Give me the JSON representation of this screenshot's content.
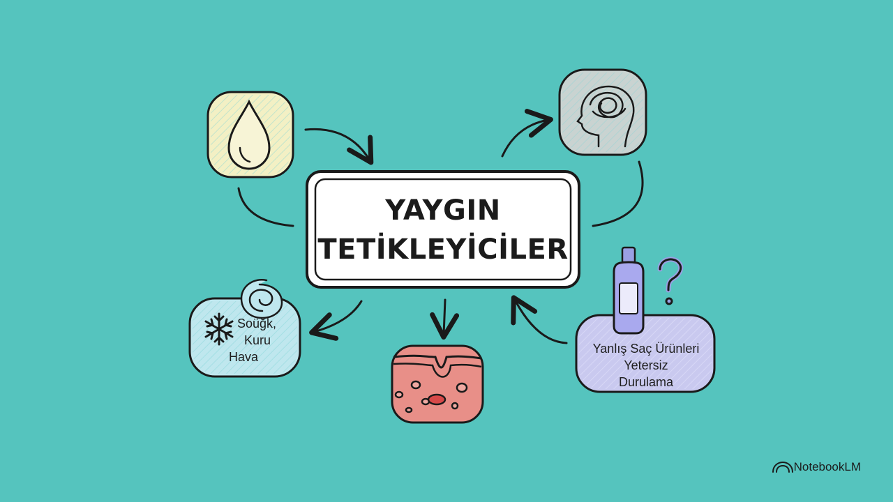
{
  "diagram": {
    "center": {
      "line1": "YAYGIN",
      "line2": "TETİKLEYİCİLER"
    },
    "cold_air": {
      "line1": "Soüğk,",
      "line2": "Kuru",
      "line3": "Hava"
    },
    "hair_products": {
      "line1": "Yanlış Saç Ürünleri",
      "line2": "Yetersiz",
      "line3": "Durulama"
    },
    "icons": [
      "water-drop-icon",
      "stressed-head-icon",
      "snowflake-icon",
      "swirl-icon",
      "skin-layer-icon",
      "shampoo-bottle-icon",
      "question-mark-icon"
    ],
    "colors": {
      "background": "#55c4be",
      "drop_card": "#f3f0c4",
      "head_card": "#c9d3d1",
      "cold_card": "#bfe7ee",
      "skin_card": "#e88f88",
      "product_card": "#c9c9ef"
    }
  },
  "brand": {
    "name": "NotebookLM"
  }
}
